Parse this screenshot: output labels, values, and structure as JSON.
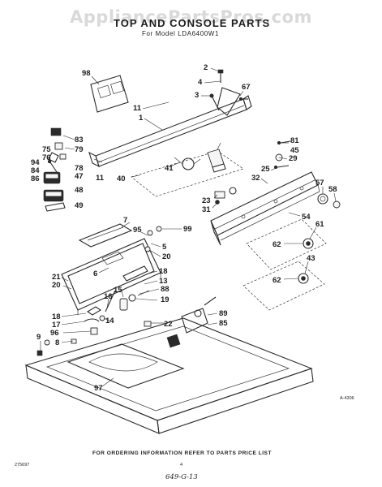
{
  "watermark": "AppliancePartsPros.com",
  "header": {
    "title": "TOP AND CONSOLE PARTS",
    "subtitle": "For Model LDA6400W1"
  },
  "callouts": {
    "c98": "98",
    "c2": "2",
    "c4": "4",
    "c3": "3",
    "c67": "67",
    "c11a": "11",
    "c1": "1",
    "c83": "83",
    "c75": "75",
    "c79": "79",
    "c76": "76",
    "c94": "94",
    "c84": "84",
    "c86": "86",
    "c78": "78",
    "c47": "47",
    "c48": "48",
    "c49": "49",
    "c11b": "11",
    "c41": "41",
    "c40": "40",
    "c81": "81",
    "c45": "45",
    "c29": "29",
    "c25": "25",
    "c32": "32",
    "c23": "23",
    "c31": "31",
    "c57": "57",
    "c58": "58",
    "c54": "54",
    "c61": "61",
    "c62a": "62",
    "c43": "43",
    "c62b": "62",
    "c7": "7",
    "c95": "95",
    "c99": "99",
    "c5": "5",
    "c20a": "20",
    "c6": "6",
    "c21": "21",
    "c20b": "20",
    "c18a": "18",
    "c13": "13",
    "c88": "88",
    "c15": "15",
    "c19": "19",
    "c18b": "18",
    "c17": "17",
    "c16": "16",
    "c96": "96",
    "c14": "14",
    "c22": "22",
    "c89": "89",
    "c85": "85",
    "c9": "9",
    "c8": "8",
    "c97": "97"
  },
  "figure_code": "A-4306",
  "footer": {
    "order_note": "FOR ORDERING INFORMATION REFER TO PARTS PRICE LIST",
    "doc_code": "275697",
    "page_mark": "4",
    "handwritten": "649-G-13"
  }
}
